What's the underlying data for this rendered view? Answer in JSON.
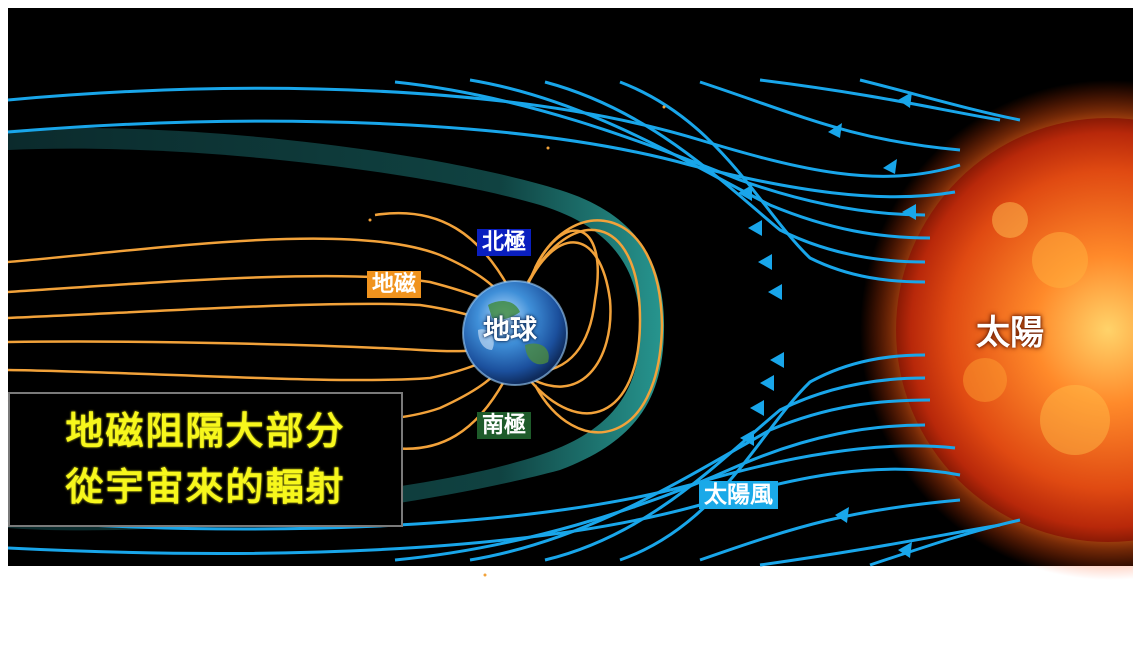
{
  "labels": {
    "north_pole": "北極",
    "south_pole": "南極",
    "geomagnetism": "地磁",
    "earth": "地球",
    "sun": "太陽",
    "solar_wind": "太陽風"
  },
  "callout": {
    "line1": "地磁阻隔大部分",
    "line2": "從宇宙來的輻射"
  },
  "colors": {
    "background": "#000000",
    "solar_wind_lines": "#19a6ea",
    "field_lines": "#f2a23a",
    "magnetosphere": "#1f8f8c",
    "callout_text": "#f7f71c",
    "sun": "#e8541a"
  }
}
